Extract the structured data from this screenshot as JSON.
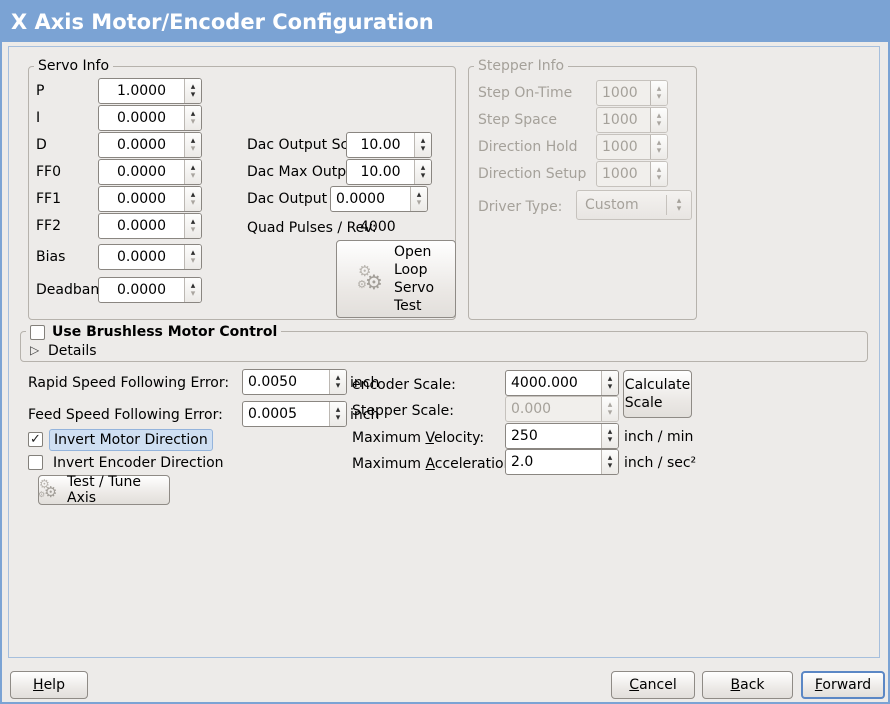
{
  "window": {
    "title": "X Axis Motor/Encoder Configuration"
  },
  "icons": {
    "spin_up": "▴",
    "spin_down": "▾",
    "gear": "⚙",
    "expander_arrow": "▷",
    "check": "✓"
  },
  "servo_info": {
    "legend": "Servo Info",
    "rows": [
      {
        "label": "P",
        "value": "1.0000"
      },
      {
        "label": "I",
        "value": "0.0000"
      },
      {
        "label": "D",
        "value": "0.0000"
      },
      {
        "label": "FF0",
        "value": "0.0000"
      },
      {
        "label": "FF1",
        "value": "0.0000"
      },
      {
        "label": "FF2",
        "value": "0.0000"
      },
      {
        "label": "Bias",
        "value": "0.0000"
      },
      {
        "label": "Deadband",
        "value": "0.0000"
      }
    ]
  },
  "dac": {
    "scale_label": "Dac Output Scale:",
    "scale_value": "10.00",
    "max_label": "Dac Max Output:",
    "max_value": "10.00",
    "offset_label": "Dac Output Offset:",
    "offset_value": "0.0000",
    "quad_label": "Quad Pulses / Rev:",
    "quad_value": "4000"
  },
  "open_loop_button": {
    "label": "Open\nLoop\nServo\nTest"
  },
  "stepper_info": {
    "legend": "Stepper Info",
    "rows": [
      {
        "label": "Step On-Time",
        "value": "1000"
      },
      {
        "label": "Step Space",
        "value": "1000"
      },
      {
        "label": "Direction Hold",
        "value": "1000"
      },
      {
        "label": "Direction Setup",
        "value": "1000"
      }
    ],
    "driver_type_label": "Driver Type:",
    "driver_type_value": "Custom"
  },
  "brushless": {
    "label": "Use Brushless Motor Control",
    "details_label": "Details"
  },
  "following_error": {
    "rapid_label": "Rapid Speed Following Error:",
    "rapid_value": "0.0050",
    "rapid_unit": "inch",
    "feed_label": "Feed Speed Following Error:",
    "feed_value": "0.0005",
    "feed_unit": "inch"
  },
  "direction": {
    "invert_motor_label": "Invert Motor Direction",
    "invert_encoder_label": "Invert Encoder Direction",
    "test_tune_label": "Test / Tune Axis"
  },
  "scaling": {
    "encoder_label": "encoder Scale:",
    "encoder_value": "4000.000",
    "stepper_label": "Stepper Scale:",
    "stepper_value": "0.000",
    "calculate_label": "Calculate\nScale",
    "velocity": {
      "pre": "Maximum ",
      "m": "V",
      "rest": "elocity:",
      "value": "250",
      "unit": "inch / min"
    },
    "acceleration": {
      "pre": "Maximum ",
      "m": "A",
      "rest": "cceleration:",
      "value": "2.0",
      "unit": "inch / sec²"
    }
  },
  "nav": {
    "help": {
      "m": "H",
      "rest": "elp"
    },
    "cancel": {
      "m": "C",
      "rest": "ancel"
    },
    "back": {
      "m": "B",
      "rest": "ack"
    },
    "forward": {
      "m": "F",
      "rest": "orward"
    }
  },
  "colors": {
    "titlebar": "#7BA3D4",
    "focus": "#5B87C5",
    "highlight_bg": "#CFDFF2"
  }
}
